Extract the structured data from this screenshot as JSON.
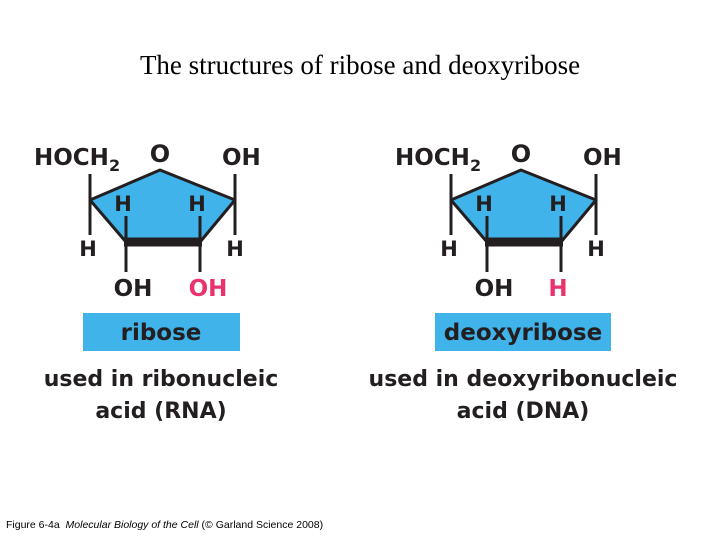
{
  "title": "The structures of ribose and deoxyribose",
  "colors": {
    "ring_fill": "#3fb3ea",
    "label_fill": "#3fb3ea",
    "highlight": "#e8336d",
    "text": "#231f20"
  },
  "ribose": {
    "hoch2": "HOCH",
    "sub2": "2",
    "ring_o": "O",
    "oh_right": "OH",
    "h_inner_left": "H",
    "h_inner_right": "H",
    "h_outer_left": "H",
    "h_outer_right": "H",
    "bottom_left": "OH",
    "bottom_right": "OH",
    "name": "ribose",
    "usage_line1": "used in ribonucleic",
    "usage_line2": "acid (RNA)"
  },
  "deoxyribose": {
    "hoch2": "HOCH",
    "sub2": "2",
    "ring_o": "O",
    "oh_right": "OH",
    "h_inner_left": "H",
    "h_inner_right": "H",
    "h_outer_left": "H",
    "h_outer_right": "H",
    "bottom_left": "OH",
    "bottom_right": "H",
    "name": "deoxyribose",
    "usage_line1": "used in deoxyribonucleic",
    "usage_line2": "acid (DNA)"
  },
  "caption": {
    "prefix": "Figure 6-4a",
    "book": "Molecular Biology of the Cell",
    "suffix": "(© Garland Science 2008)"
  }
}
